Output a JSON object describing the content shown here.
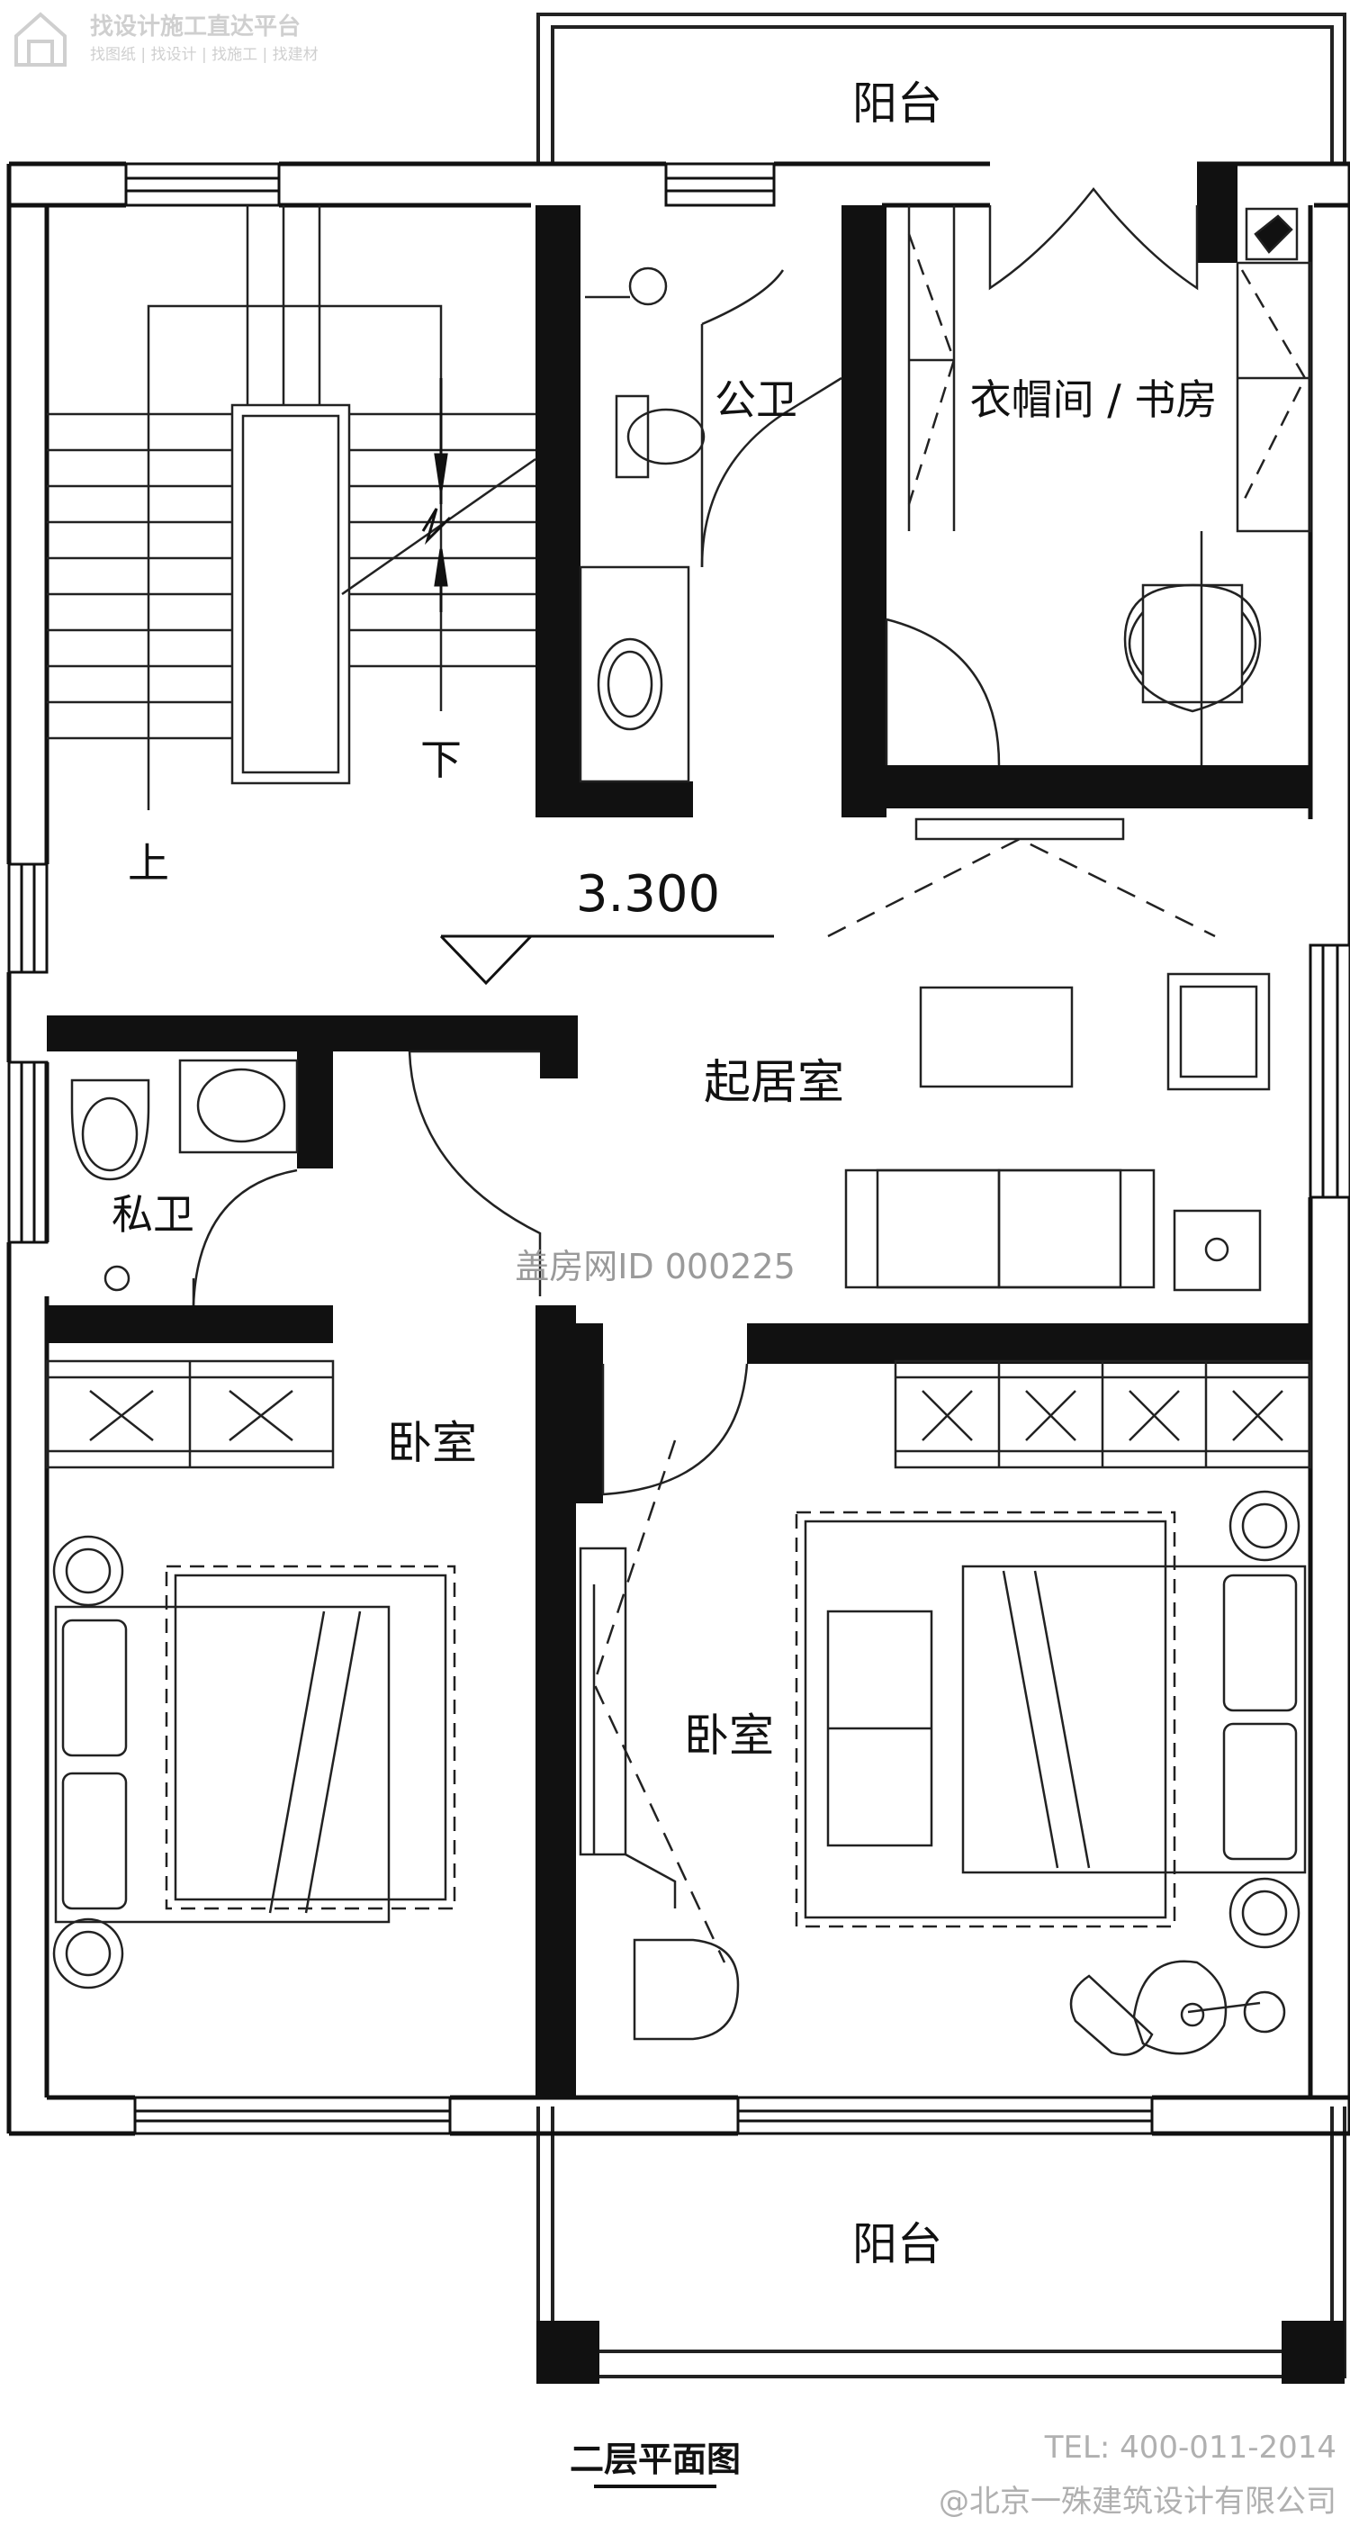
{
  "watermark": {
    "logo_line1": "找设计施工直达平台",
    "logo_line2": "找图纸 | 找设计 | 找施工 | 找建材",
    "center": "盖房网ID 000225"
  },
  "rooms": {
    "balcony_top": "阳台",
    "public_bath": "公卫",
    "cloakroom_study": "衣帽间 / 书房",
    "living_room": "起居室",
    "private_bath": "私卫",
    "bedroom_left": "卧室",
    "bedroom_right": "卧室",
    "balcony_bottom": "阳台"
  },
  "stairs": {
    "up_label": "上",
    "down_label": "下"
  },
  "elevation": "3.300",
  "footer": {
    "drawing_title": "二层平面图",
    "tel": "TEL: 400-011-2014",
    "company": "@北京一殊建筑设计有限公司"
  }
}
